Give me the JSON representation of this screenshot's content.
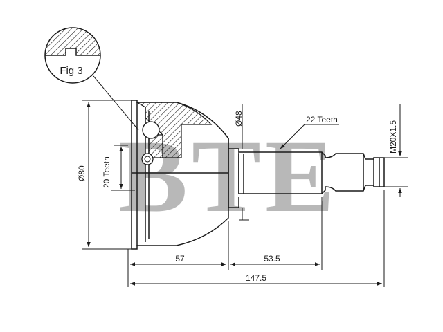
{
  "watermark": {
    "text": "BTE",
    "color": "#b8b8b8"
  },
  "figure_callout": {
    "label": "Fig 3"
  },
  "dimensions": {
    "outer_diameter": "Ø80",
    "shaft_diameter": "Ø48",
    "inner_spline": "20 Teeth",
    "outer_spline": "22 Teeth",
    "thread": "M20X1.5",
    "bell_length": "57",
    "shaft_length": "53.5",
    "overall_length": "147.5"
  },
  "colors": {
    "line": "#1a1a1a",
    "hatch": "#1a1a1a",
    "background": "#ffffff"
  }
}
